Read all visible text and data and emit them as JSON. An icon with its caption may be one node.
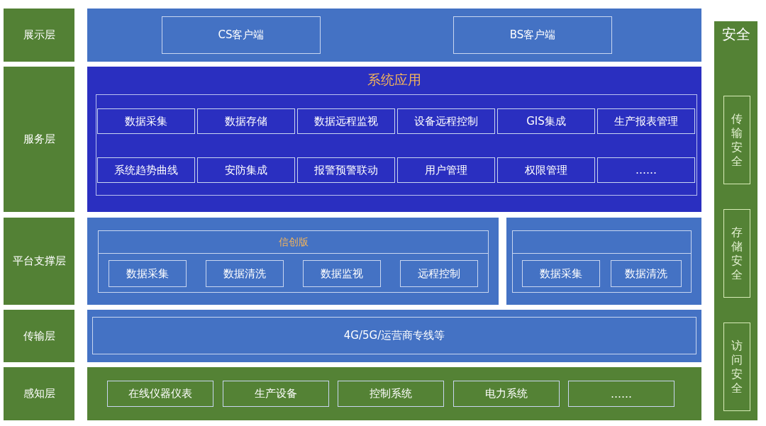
{
  "diagram": {
    "nodes": [
      {
        "text": [
          "展示层"
        ]
      },
      {
        "text": [],
        "shape": "box"
      },
      {
        "text": [
          "CS客户端"
        ],
        "in": 1
      },
      {
        "text": [
          "BS客户端"
        ],
        "in": 1
      },
      {
        "text": [
          "服务层"
        ]
      },
      {
        "text": [
          "系统应用"
        ]
      },
      {
        "text": [],
        "shape": "box",
        "in": 5
      },
      {
        "text": [
          "数据采集"
        ],
        "in": 6
      },
      {
        "text": [
          "数据存储"
        ],
        "in": 6
      },
      {
        "text": [
          "数据远程监视"
        ],
        "in": 6
      },
      {
        "text": [
          "设备远程控制"
        ],
        "in": 6
      },
      {
        "text": [
          "GIS集成"
        ],
        "in": 6
      },
      {
        "text": [
          "生产报表管理"
        ],
        "in": 6
      },
      {
        "text": [
          "系统趋势曲线"
        ],
        "in": 6
      },
      {
        "text": [
          "安防集成"
        ],
        "in": 6
      },
      {
        "text": [
          "报警预警联动"
        ],
        "in": 6
      },
      {
        "text": [
          "用户管理"
        ],
        "in": 6
      },
      {
        "text": [
          "权限管理"
        ],
        "in": 6
      },
      {
        "text": [
          "……"
        ],
        "in": 6
      },
      {
        "text": [
          "平台支撑层"
        ]
      },
      {
        "text": [],
        "shape": "box"
      },
      {
        "text": [
          "信创版"
        ],
        "in": 20
      },
      {
        "text": [
          "数据采集"
        ],
        "in": 21
      },
      {
        "text": [
          "数据清洗"
        ],
        "in": 21
      },
      {
        "text": [
          "数据监视"
        ],
        "in": 21
      },
      {
        "text": [
          "远程控制"
        ],
        "in": 21
      },
      {
        "text": [],
        "shape": "box"
      },
      {
        "text": [],
        "shape": "box",
        "in": 26
      },
      {
        "text": [
          "数据采集"
        ],
        "in": 27
      },
      {
        "text": [
          "数据清洗"
        ],
        "in": 27
      },
      {
        "text": [
          "传输层"
        ]
      },
      {
        "text": [],
        "shape": "box"
      },
      {
        "text": [
          "4G/5G/运营商专线等"
        ],
        "in": 31
      },
      {
        "text": [
          "感知层"
        ]
      },
      {
        "text": [],
        "shape": "box"
      },
      {
        "text": [
          "在线仪器仪表"
        ],
        "in": 34
      },
      {
        "text": [
          "生产设备"
        ],
        "in": 34
      },
      {
        "text": [
          "控制系统"
        ],
        "in": 34
      },
      {
        "text": [
          "电力系统"
        ],
        "in": 34
      },
      {
        "text": [
          "……"
        ],
        "in": 34
      },
      {
        "text": [
          "安全"
        ]
      },
      {
        "text": [
          "传输安全"
        ],
        "in": 40
      },
      {
        "text": [
          "存储安全"
        ],
        "in": 40
      },
      {
        "text": [
          "访问安全"
        ],
        "in": 40
      }
    ]
  }
}
